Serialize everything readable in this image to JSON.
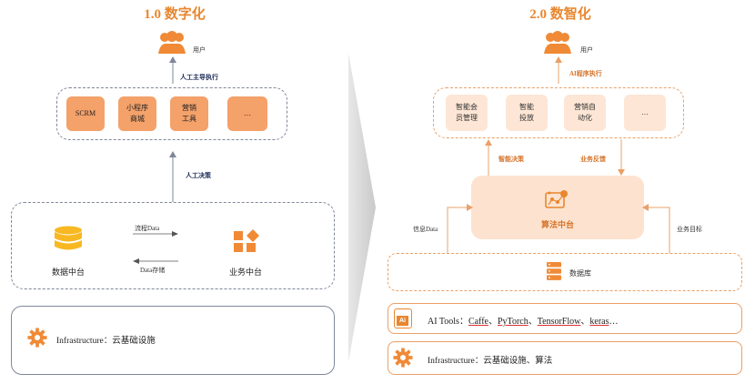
{
  "left": {
    "title": "1.0 数字化",
    "user_label": "用户",
    "arrow_top_label": "人工主导执行",
    "tiles": [
      "SCRM",
      "小程序\n商城",
      "营销\n工具",
      "…"
    ],
    "arrow_mid_label": "人工决策",
    "flow_top_label": "流程Data",
    "flow_bottom_label": "Data存储",
    "data_center_label": "数据中台",
    "biz_center_label": "业务中台",
    "infra_label": "Infrastructure：云基础设施"
  },
  "right": {
    "title": "2.0 数智化",
    "user_label": "用户",
    "arrow_top_label": "AI程序执行",
    "tiles": [
      "智能会\n员管理",
      "智能\n投放",
      "营销自\n动化",
      "…"
    ],
    "decision_label": "智能决策",
    "feedback_label": "业务反馈",
    "algo_label": "算法中台",
    "info_data_label": "信息Data",
    "biz_goal_label": "业务目标",
    "db_label": "数据库",
    "ai_tools_prefix": "AI Tools：",
    "ai_tools": [
      "Caffe",
      "PyTorch",
      "TensorFlow",
      "keras"
    ],
    "ai_tools_sep": "、",
    "ai_tools_suffix": "…",
    "ai_icon_text": "Ai",
    "infra_label": "Infrastructure：云基础设施、算法"
  },
  "colors": {
    "accent": "#e8872f",
    "tile_dark": "#f4a16a",
    "tile_light": "#fde6d5",
    "algo_fill": "#fde3cf",
    "border_gray": "#7f8799"
  }
}
